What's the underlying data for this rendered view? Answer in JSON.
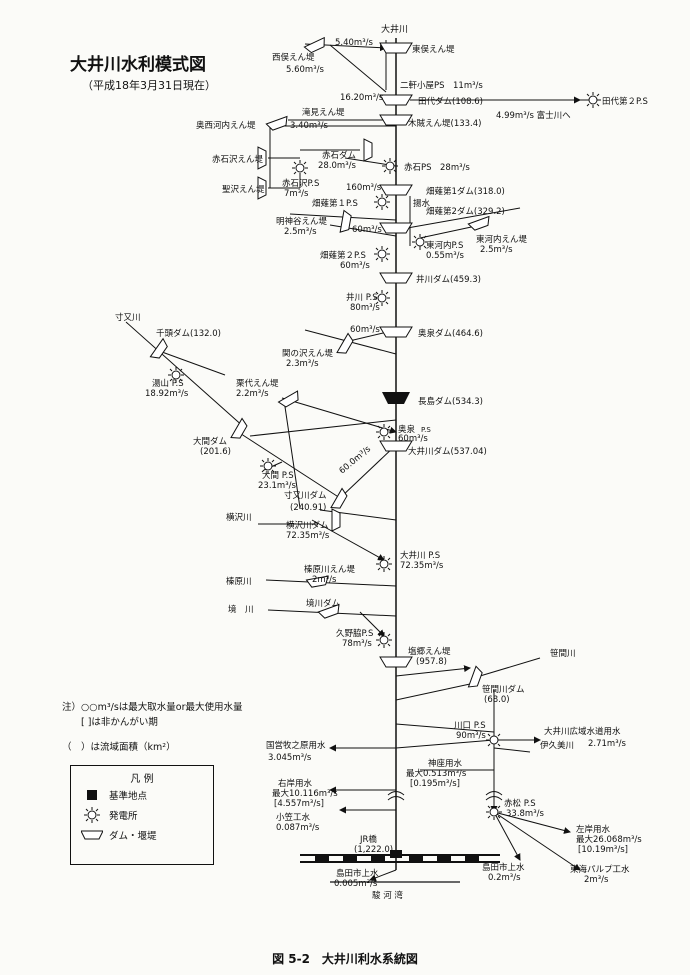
{
  "header": {
    "title": "大井川水利模式図",
    "as_of": "（平成18年3月31日現在）"
  },
  "caption": "図 5-2　大井川利水系統図",
  "notes": {
    "line1": "注）○○m³/sは最大取水量or最大使用水量",
    "line2": "　　[ ]は非かんがい期",
    "line3": "（　）は流域面積（km²）"
  },
  "legend": {
    "title": "凡 例",
    "items": [
      {
        "icon": "square-icon",
        "label": "基準地点"
      },
      {
        "icon": "power-station-icon",
        "label": "発電所"
      },
      {
        "icon": "dam-icon",
        "label": "ダム・堰堤"
      }
    ]
  },
  "labels": {
    "oigawa_top": "大井川",
    "nishimata_weir": "西俣えん堤",
    "nishimata_flow": "5.60m³/s",
    "higashimata_weir": "東俣えん堤",
    "flow_540": "5.40m³/s",
    "nikkenkoya_ps": "二軒小屋PS　11m³/s",
    "flow_1620": "16.20m³/s",
    "tashiro_dam": "田代ダム(108.6)",
    "fuji_flow": "4.99m³/s 富士川へ",
    "tashiro2_ps": "田代第２P.S",
    "okunishigochi_weir": "奥西河内えん堤",
    "takimi_weir": "滝見えん堤",
    "takimi_flow": "3.40m³/s",
    "kisori_weir": "木賊えん堤(133.4)",
    "akaishizawa_weir": "赤石沢えん堤",
    "akaishi_dam": "赤石ダム",
    "akaishi_dam_flow": "28.0m³/s",
    "akaishizawa_ps": "赤石沢P.S",
    "akaishizawa_ps_flow": "7m³/s",
    "hijirizawa_weir": "聖沢えん堤",
    "akaishi_ps": "赤石PS　28m³/s",
    "flow_160": "160m³/s",
    "hatanagi1_dam": "畑薙第1ダム(318.0)",
    "hatanagi1_ps": "畑薙第１P.S",
    "yousui": "揚水",
    "hatanagi2_dam": "畑薙第2ダム(329.2)",
    "myojindani_weir": "明神谷えん堤",
    "myojindani_flow": "2.5m³/s",
    "flow_60a": "60m³/s",
    "higashigochi_ps": "東河内P.S",
    "higashigochi_ps_flow": "0.55m³/s",
    "higashigochi_weir": "東河内えん堤",
    "higashigochi_weir_flow": "2.5m³/s",
    "hatanagi2_ps": "畑薙第２P.S",
    "hatanagi2_ps_flow": "60m³/s",
    "ikawa_dam": "井川ダム(459.3)",
    "ikawa_ps": "井川 P.S",
    "ikawa_ps_flow": "80m³/s",
    "sunmata_river": "寸又川",
    "senzu_dam": "千頭ダム(132.0)",
    "flow_60b": "60m³/s",
    "okuizumi_dam": "奥泉ダム(464.6)",
    "sekinosawa_weir": "関の沢えん堤",
    "sekinosawa_flow": "2.3m³/s",
    "yuyama_ps": "湯山 P.S",
    "yuyama_flow": "18.92m³/s",
    "kurinadai_weir": "栗代えん堤",
    "kurinadai_flow": "2.2m³/s",
    "nagashima_dam": "長島ダム(534.3)",
    "okuizumi_ps": "奥泉",
    "okuizumi_ps_sfx": "P.S",
    "okuizumi_ps_flow": "60m³/s",
    "oma_dam": "大間ダム",
    "oma_dam_area": "(201.6)",
    "oigawa_dam": "大井川ダム(537.04)",
    "diag_flow": "60.0m³/s",
    "oma_ps": "大間 P.S",
    "oma_ps_flow": "23.1m³/s",
    "sunmata_dam": "寸又川ダム",
    "sunmata_dam_area": "(240.91)",
    "yokosawa_river": "横沢川",
    "sunmatagawa_dam": "横沢川ダム",
    "sunmatagawa_flow": "72.35m³/s",
    "oigawa_ps": "大井川 P.S",
    "oigawa_ps_flow": "72.35m³/s",
    "sasamahara_river": "榛原川",
    "sasamahara_weir": "榛原川えん堤",
    "sasamahara_flow": "2m³/s",
    "sakai_river": "境　川",
    "sakai_dam": "境川ダム",
    "kunou_ps": "久野脇P.S",
    "kunou_flow": "78m³/s",
    "shiogo_weir": "塩郷えん堤",
    "shiogo_area": "(957.8)",
    "sasama_river": "笹間川",
    "sasama_dam": "笹間川ダム",
    "sasama_area": "(68.0)",
    "kawaguchi_ps": "川口 P.S",
    "kawaguchi_flow": "90m³/s",
    "kouiki_water": "大井川広域水道用水",
    "kouiki_flow": "2.71m³/s",
    "ikumi_river": "伊久美川",
    "kokuei_water": "国営牧之原用水",
    "kokuei_flow": "3.045m³/s",
    "jinza_water": "神座用水",
    "jinza_max": "最大0.513m³/s",
    "jinza_nonirr": "[0.195m³/s]",
    "ugan_water": "右岸用水",
    "ugan_max": "最大10.116m³/s",
    "ugan_nonirr": "[4.557m³/s]",
    "akamatsu_ps": "赤松 P.S",
    "akamatsu_flow": "33.8m³/s",
    "ogasa_water": "小笠工水",
    "ogasa_flow": "0.087m³/s",
    "sagan_water": "左岸用水",
    "sagan_max": "最大26.068m³/s",
    "sagan_nonirr": "[10.19m³/s]",
    "jr_bridge": "JR橋",
    "jr_area": "(1,222.0)",
    "shimada_jo_water": "島田市上水",
    "shimada_jo_flow": "0.005m³/s",
    "shimada_city_water": "島田市上水",
    "shimada_city_flow": "0.2m³/s",
    "tokai_pulp": "東海パルプ工水",
    "tokai_pulp_flow": "2m³/s",
    "suruga_bay": "駿 河 湾"
  }
}
